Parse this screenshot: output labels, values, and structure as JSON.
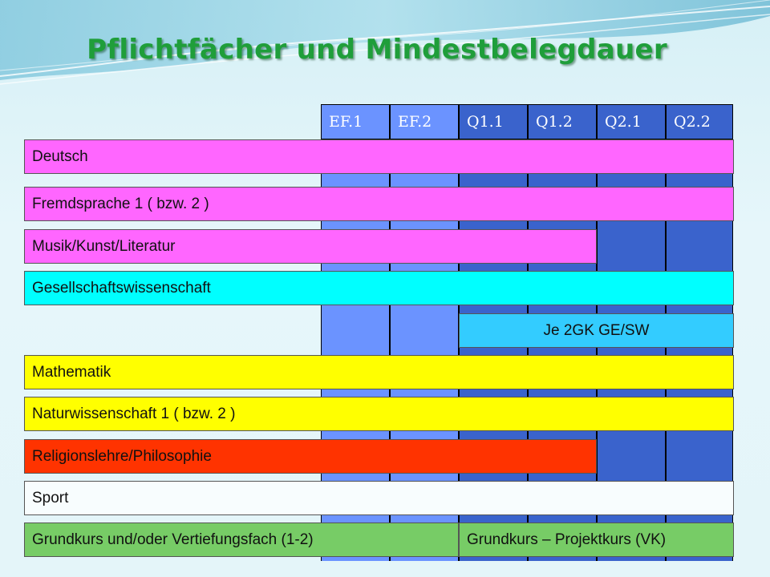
{
  "title": "Pflichtfächer und Mindestbelegdauer",
  "colors": {
    "background": "#e4f5f9",
    "title": "#1f9e3a",
    "col_light": "#6b93ff",
    "col_dark": "#3a63cc",
    "magenta": "#ff66ff",
    "cyan": "#00ffff",
    "light_blue": "#33ccff",
    "yellow": "#ffff00",
    "red": "#ff3300",
    "white": "#f8fdfe",
    "green": "#77cc66"
  },
  "columns": [
    "EF.1",
    "EF.2",
    "Q1.1",
    "Q1.2",
    "Q2.1",
    "Q2.2"
  ],
  "subjects": {
    "deutsch": "Deutsch",
    "fremdsprache": "Fremdsprache 1 ( bzw. 2 )",
    "musik": "Musik/Kunst/Literatur",
    "gesellschaft": "Gesellschaftswissenschaft",
    "je2gk": "Je 2GK   GE/SW",
    "mathematik": "Mathematik",
    "natur": "Naturwissenschaft 1 ( bzw. 2 )",
    "religion": "Religionslehre/Philosophie",
    "sport": "Sport",
    "grundkurs_vf": "Grundkurs und/oder Vertiefungsfach (1-2)",
    "grundkurs_pk": "Grundkurs – Projektkurs (VK)"
  }
}
